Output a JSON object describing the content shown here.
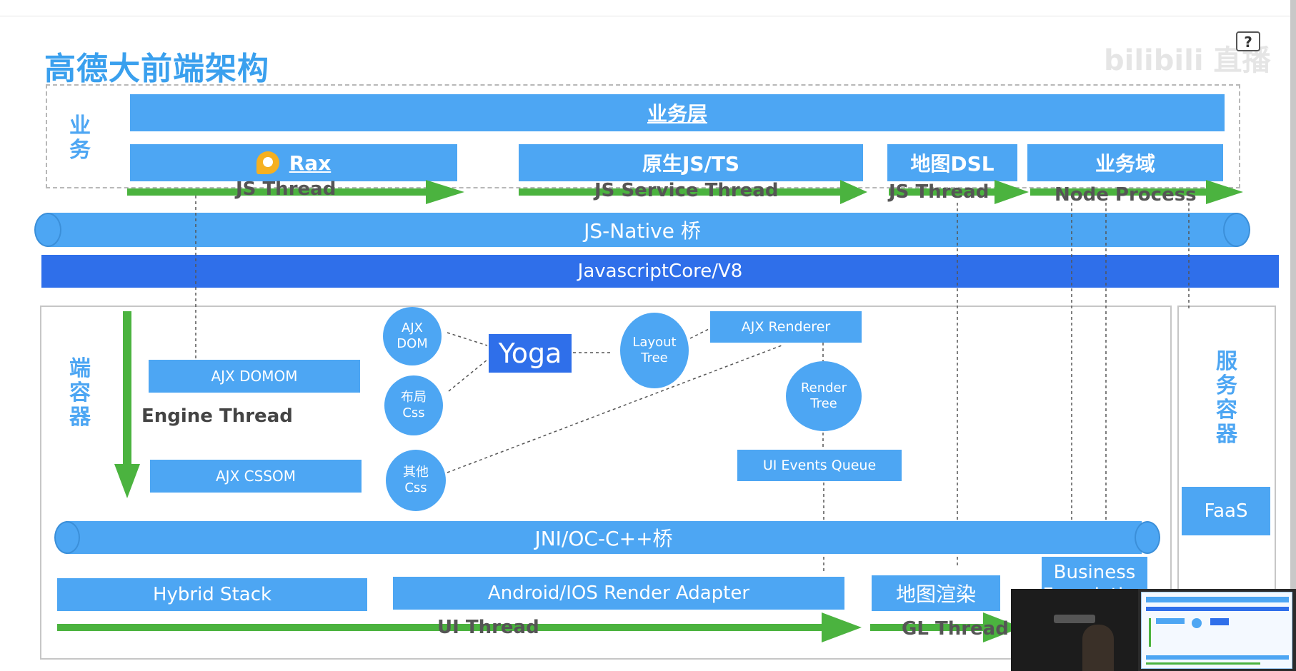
{
  "title": "高德大前端架构",
  "watermark": "bilibili 直播",
  "help_icon": "question-mark-icon",
  "colors": {
    "box": "#4da6f3",
    "core": "#2f6fea",
    "arrow": "#4bb33f",
    "title": "#3aa0ee"
  },
  "business": {
    "side_label": "业\n务",
    "top_layer": "业务层",
    "rax": "Rax",
    "native": "原生JS/TS",
    "map_dsl": "地图DSL",
    "domain": "业务域"
  },
  "threads": {
    "js": "JS Thread",
    "js_service": "JS Service Thread",
    "map_js": "JS Thread",
    "node": "Node Process",
    "engine": "Engine Thread",
    "ui": "UI Thread",
    "gl": "GL Thread"
  },
  "bridge_js_native": "JS-Native 桥",
  "core": "JavascriptCore/V8",
  "container": {
    "side_label": "端\n容\n器",
    "ajx_domom": "AJX DOMOM",
    "ajx_cssom": "AJX CSSOM",
    "ajx_dom": "AJX\nDOM",
    "layout_css": "布局\nCss",
    "other_css": "其他\nCss",
    "yoga": "Yoga",
    "layout_tree": "Layout\nTree",
    "ajx_renderer": "AJX Renderer",
    "render_tree": "Render\nTree",
    "ui_events": "UI Events Queue"
  },
  "service": {
    "side_label": "服\n务\n容\n器",
    "faas": "FaaS",
    "business_foundation": "Business Foundation"
  },
  "bridge_jni": "JNI/OC-C++桥",
  "bottom": {
    "hybrid": "Hybrid Stack",
    "adapter": "Android/IOS Render Adapter",
    "map_render": "地图渲染"
  }
}
